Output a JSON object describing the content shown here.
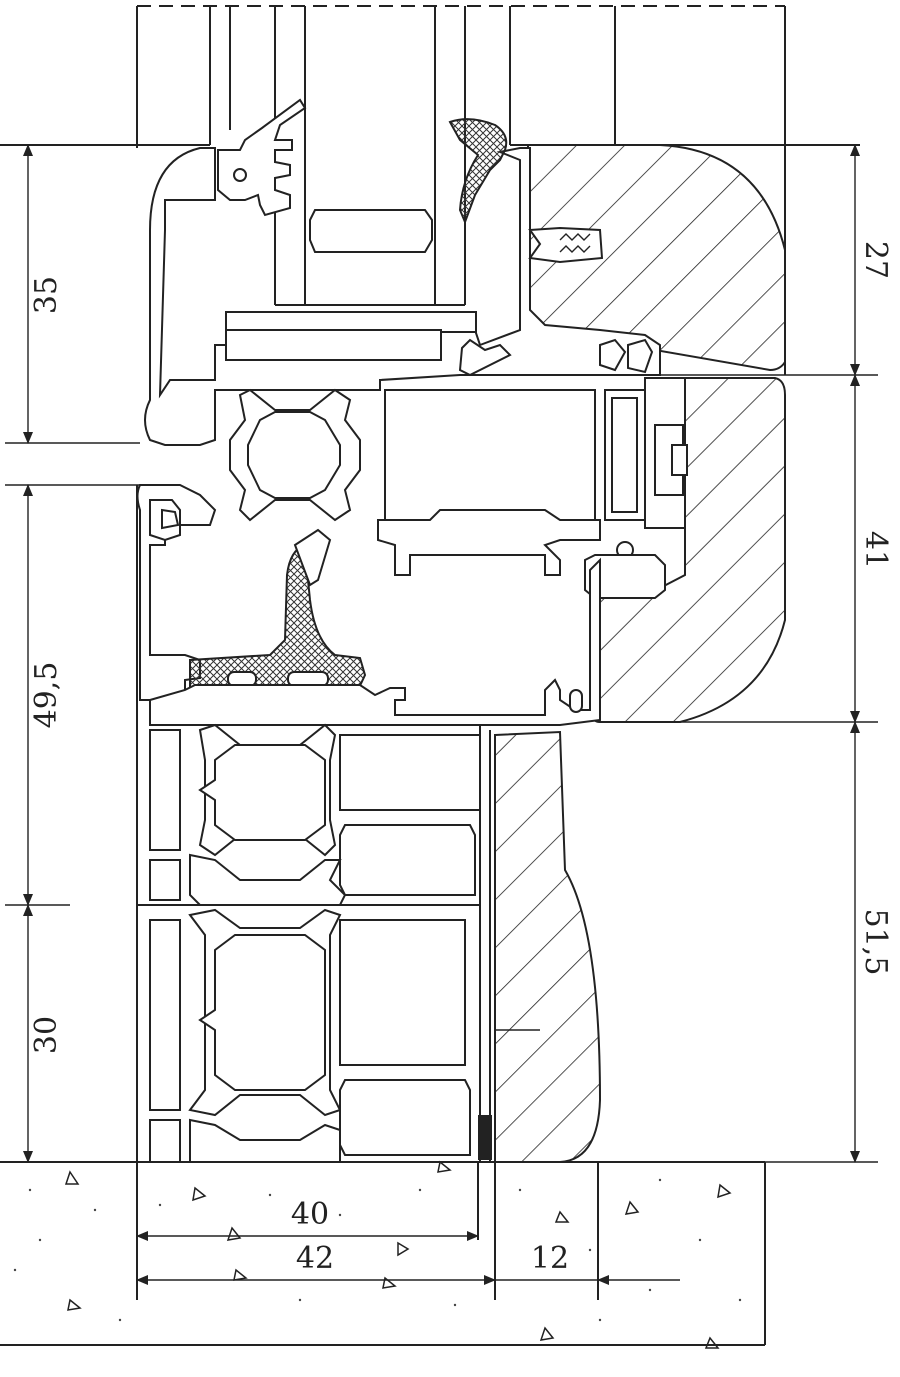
{
  "dimensions": {
    "d27": "27",
    "d35": "35",
    "d41": "41",
    "d49_5": "49,5",
    "d51_5": "51,5",
    "d30": "30",
    "d40": "40",
    "d42": "42",
    "d12": "12"
  },
  "colors": {
    "line": "#222222",
    "background": "#ffffff",
    "gasket": "#555555"
  }
}
